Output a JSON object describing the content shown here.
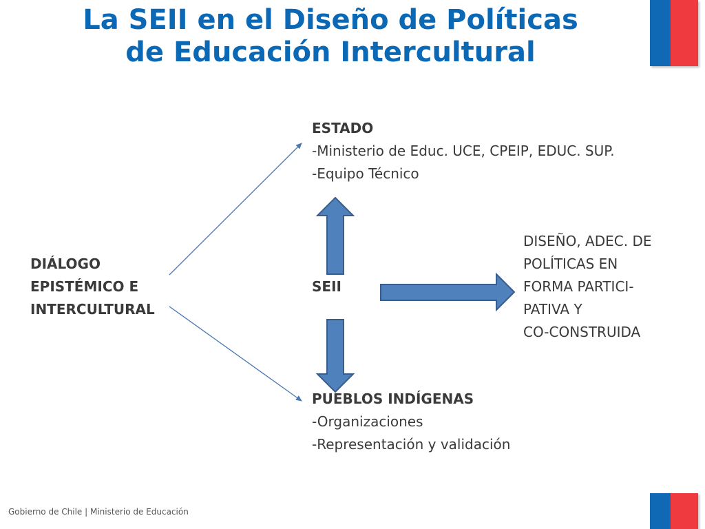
{
  "title": {
    "line1": "La SEII en el Diseño de Políticas",
    "line2": "de Educación Intercultural"
  },
  "estado": {
    "heading": "ESTADO",
    "items": [
      "-Ministerio de Educ. UCE, CPEIP, EDUC. SUP.",
      "-Equipo Técnico"
    ]
  },
  "dialogo": {
    "lines": [
      "DIÁLOGO",
      "EPISTÉMICO E",
      "INTERCULTURAL"
    ]
  },
  "seii": {
    "label": "SEII"
  },
  "diseno": {
    "lines": [
      "DISEÑO, ADEC. DE",
      "POLÍTICAS EN",
      "FORMA PARTICI-",
      "PATIVA Y",
      "CO-CONSTRUIDA"
    ]
  },
  "pueblos": {
    "heading": "PUEBLOS INDÍGENAS",
    "items": [
      "-Organizaciones",
      "-Representación y validación"
    ]
  },
  "footer": {
    "text": "Gobierno de Chile | Ministerio de Educación"
  },
  "colors": {
    "title": "#0b68b5",
    "block_arrow_fill": "#4f81bd",
    "block_arrow_stroke": "#385d8a",
    "flag_blue": "#0f69b4",
    "flag_red": "#ef3b3f"
  }
}
